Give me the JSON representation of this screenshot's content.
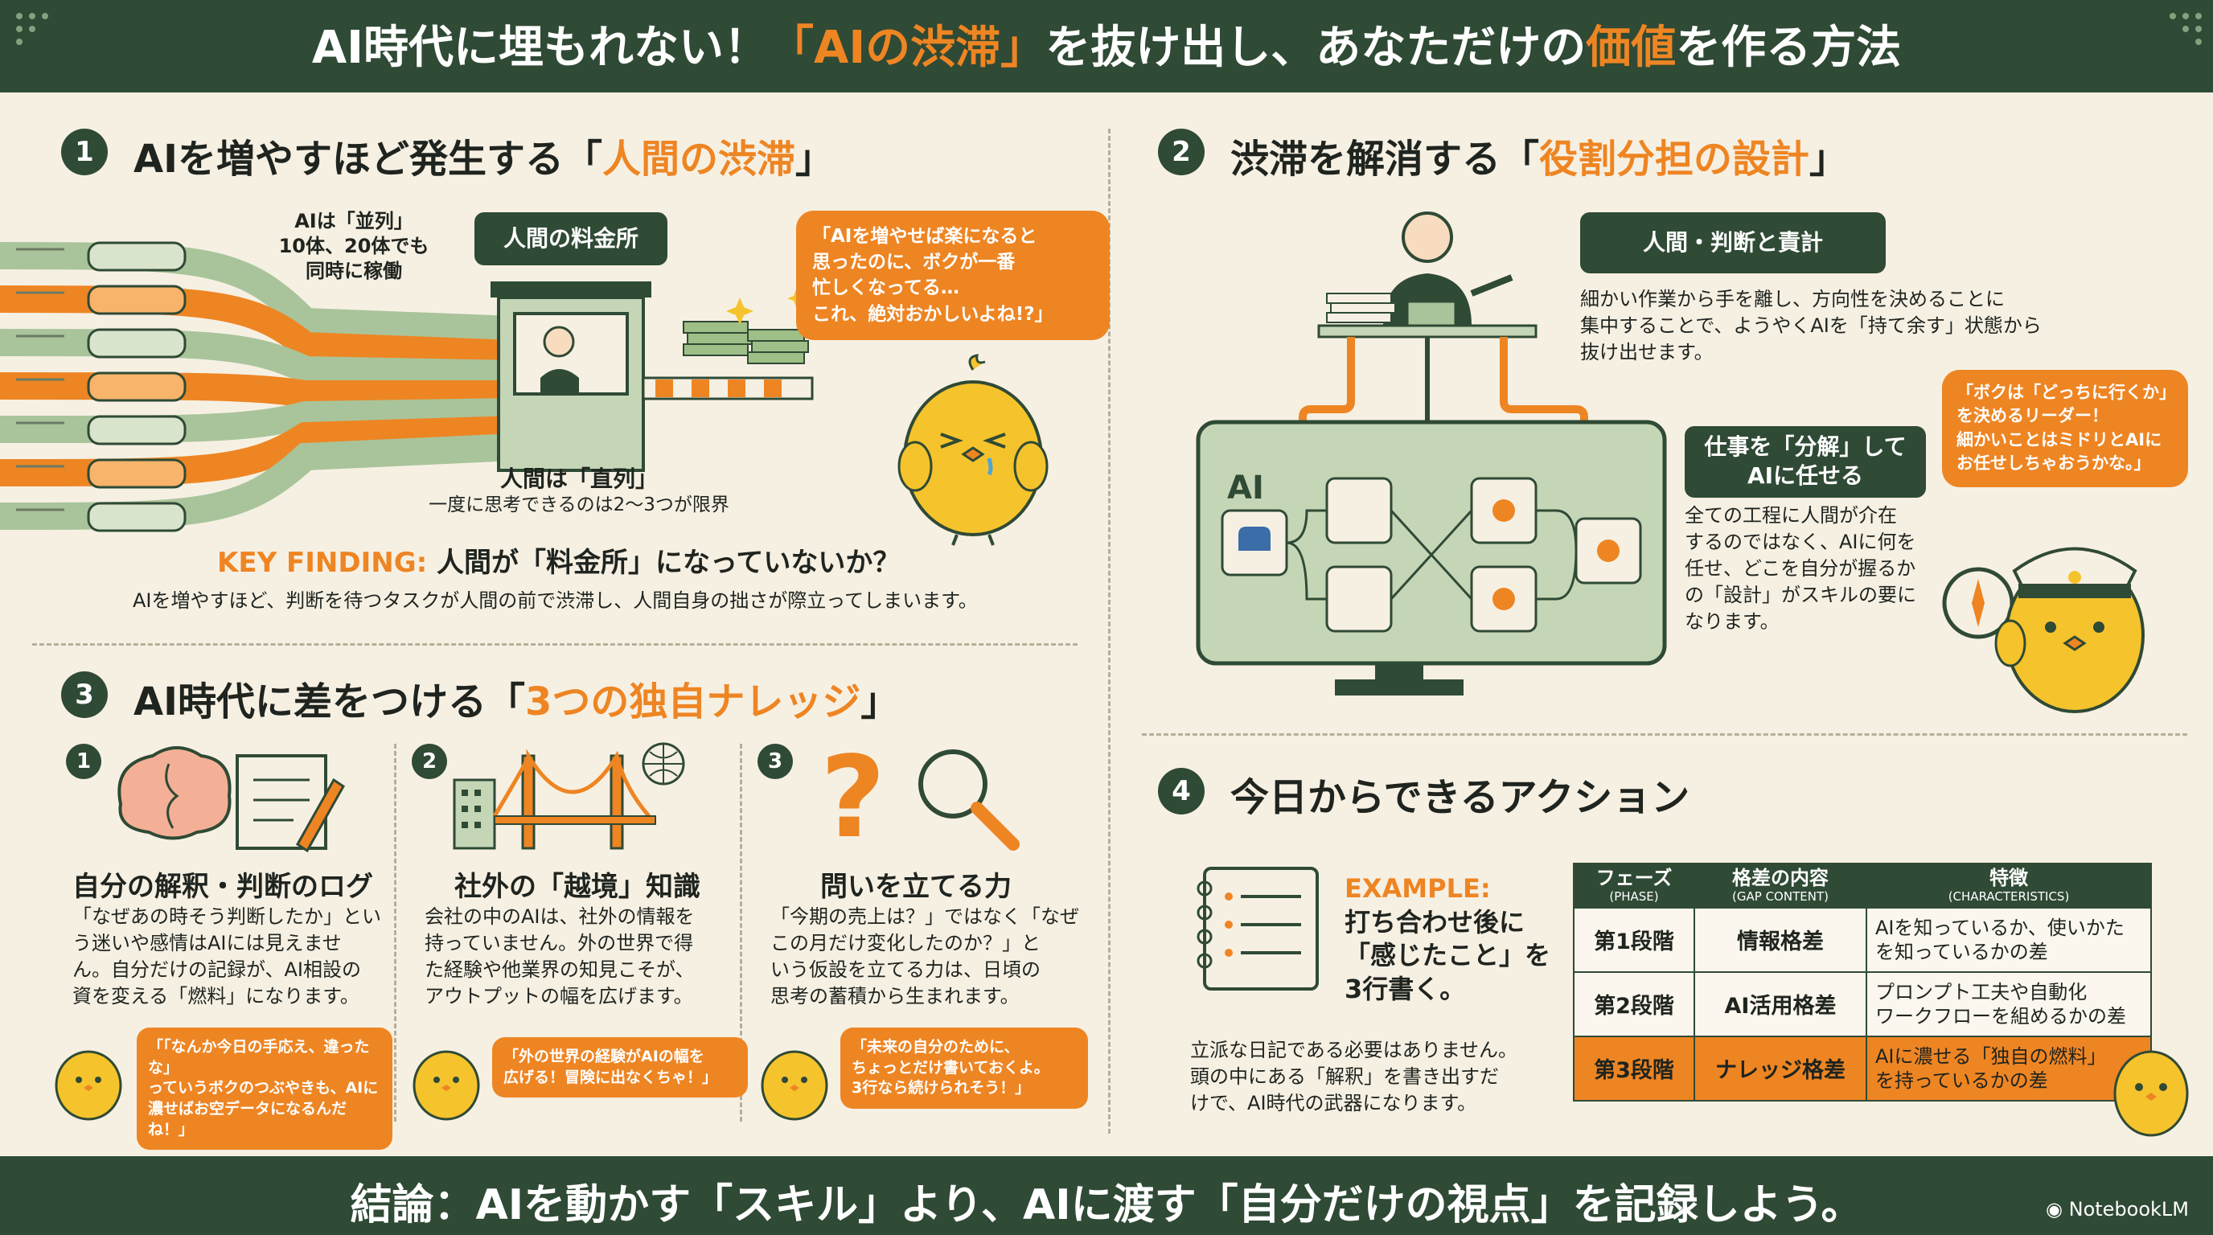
{
  "header": {
    "title_part1": "AI時代に埋もれない！",
    "title_highlight1": "「AIの渋滞」",
    "title_part2": "を抜け出し、あなただけの",
    "title_highlight2": "価値",
    "title_part3": "を作る方法"
  },
  "section1": {
    "number": "1",
    "title_prefix": "AIを増やすほど発生する「",
    "title_highlight": "人間の渋滞",
    "title_suffix": "」",
    "ai_parallel_line1": "AIは「並列」",
    "ai_parallel_line2": "10体、20体でも",
    "ai_parallel_line3": "同時に稼働",
    "tollbooth_label": "人間の料金所",
    "human_serial_line1": "人間は「直列」",
    "human_serial_line2": "一度に思考できるのは2〜3つが限界",
    "bubble_line1": "「AIを増やせば楽になると",
    "bubble_line2": "思ったのに、ボクが一番",
    "bubble_line3": "忙しくなってる…",
    "bubble_line4": "これ、絶対おかしいよね!?」",
    "key_label": "KEY FINDING:",
    "key_text": "人間が「料金所」になっていないか？",
    "key_body": "AIを増やすほど、判断を待つタスクが人間の前で渋滞し、人間自身の拙さが際立ってしまいます。"
  },
  "section2": {
    "number": "2",
    "title_prefix": "渋滞を解消する「",
    "title_highlight": "役割分担の設計",
    "title_suffix": "」",
    "human_role_label": "人間・判断と責計",
    "human_role_desc_line1": "細かい作業から手を離し、方向性を決めることに",
    "human_role_desc_line2": "集中することで、ようやくAIを「持て余す」状態から",
    "human_role_desc_line3": "抜け出せます。",
    "monitor_label": "AI",
    "decompose_label_line1": "仕事を「分解」して",
    "decompose_label_line2": "AIに任せる",
    "decompose_desc_line1": "全ての工程に人間が介在",
    "decompose_desc_line2": "するのではなく、AIに何を",
    "decompose_desc_line3": "任せ、どこを自分が握るか",
    "decompose_desc_line4": "の「設計」がスキルの要に",
    "decompose_desc_line5": "なります。",
    "bubble_line1": "「ボクは「どっちに行くか」",
    "bubble_line2": "を決めるリーダー！",
    "bubble_line3": "細かいことはミドリとAIに",
    "bubble_line4": "お任せしちゃおうかな。」"
  },
  "section3": {
    "number": "3",
    "title_prefix": "AI時代に差をつける「",
    "title_highlight": "3つの独自ナレッジ",
    "title_suffix": "」",
    "items": [
      {
        "number": "1",
        "title": "自分の解釈・判断のログ",
        "body_line1": "「なぜあの時そう判断したか」とい",
        "body_line2": "う迷いや感情はAIには見えませ",
        "body_line3": "ん。自分だけの記録が、AI相設の",
        "body_line4": "資を変える「燃料」になります。",
        "bubble_line1": "「「なんか今日の手応え、違ったな」",
        "bubble_line2": "っていうボクのつぶやきも、AIに",
        "bubble_line3": "濃せばお空データになるんだね！」"
      },
      {
        "number": "2",
        "title": "社外の「越境」知識",
        "body_line1": "会社の中のAIは、社外の情報を",
        "body_line2": "持っていません。外の世界で得",
        "body_line3": "た経験や他業界の知見こそが、",
        "body_line4": "アウトプットの幅を広げます。",
        "bubble_line1": "「外の世界の経験がAIの幅を",
        "bubble_line2": "広げる！冒険に出なくちゃ！」",
        "bubble_line3": ""
      },
      {
        "number": "3",
        "title": "問いを立てる力",
        "body_line1": "「今期の売上は？」ではなく「なぜ",
        "body_line2": "この月だけ変化したのか？」と",
        "body_line3": "いう仮設を立てる力は、日頃の",
        "body_line4": "思考の蓄積から生まれます。",
        "bubble_line1": "「未来の自分のために、",
        "bubble_line2": "ちょっとだけ書いておくよ。",
        "bubble_line3": "3行なら続けられそう！」"
      }
    ]
  },
  "section4": {
    "number": "4",
    "title": "今日からできるアクション",
    "example_label": "EXAMPLE:",
    "example_line1": "打ち合わせ後に",
    "example_line2": "「感じたこと」を",
    "example_line3": "3行書く。",
    "desc_line1": "立派な日記である必要はありません。",
    "desc_line2": "頭の中にある「解釈」を書き出すだ",
    "desc_line3": "けで、AI時代の武器になります。",
    "table": {
      "headers": [
        {
          "main": "フェーズ",
          "sub": "(PHASE)"
        },
        {
          "main": "格差の内容",
          "sub": "(GAP CONTENT)"
        },
        {
          "main": "特徴",
          "sub": "(CHARACTERISTICS)"
        }
      ],
      "rows": [
        {
          "phase": "第1段階",
          "gap": "情報格差",
          "char_line1": "AIを知っているか、使いかた",
          "char_line2": "を知っているかの差"
        },
        {
          "phase": "第2段階",
          "gap": "AI活用格差",
          "char_line1": "プロンプト工夫や自動化",
          "char_line2": "ワークフローを組めるかの差"
        },
        {
          "phase": "第3段階",
          "gap": "ナレッジ格差",
          "char_line1": "AIに濃せる「独自の燃料」",
          "char_line2": "を持っているかの差"
        }
      ]
    }
  },
  "footer": {
    "conclusion": "結論：AIを動かす「スキル」より、AIに渡す「自分だけの視点」を記録しよう。",
    "brand": "NotebookLM"
  },
  "colors": {
    "dark_green": "#2f4a35",
    "orange": "#ee8523",
    "sage": "#a9c49a",
    "cream": "#f6f0e3",
    "chick_yellow": "#f5c32c"
  }
}
